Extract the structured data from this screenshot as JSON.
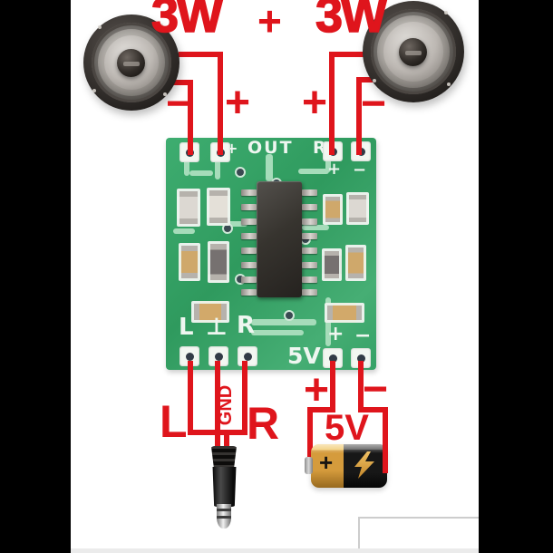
{
  "title": {
    "left_power": "3W",
    "plus_sign": "+",
    "right_power": "3W"
  },
  "speaker_wiring": {
    "left": {
      "neg": "−",
      "pos": "+"
    },
    "right": {
      "pos": "+",
      "neg": "−"
    }
  },
  "board_silkscreen": {
    "top": {
      "plus": "+",
      "out": "OUT",
      "right": "R"
    },
    "power_pads": {
      "plus": "+",
      "minus": "−"
    },
    "bottom": {
      "left": "L",
      "gnd": "⊥",
      "right": "R",
      "volts": "5V",
      "plus": "+",
      "minus": "−"
    }
  },
  "audio_input": {
    "left": "L",
    "ground": "GND",
    "right": "R"
  },
  "power": {
    "plus": "+",
    "minus": "−",
    "volts": "5V"
  },
  "battery": {
    "plus": "+"
  },
  "colors": {
    "wire_red": "#df151c",
    "pcb_green": "#36a066",
    "battery_gold": "#d59b3c",
    "black_bar": "#000000"
  }
}
